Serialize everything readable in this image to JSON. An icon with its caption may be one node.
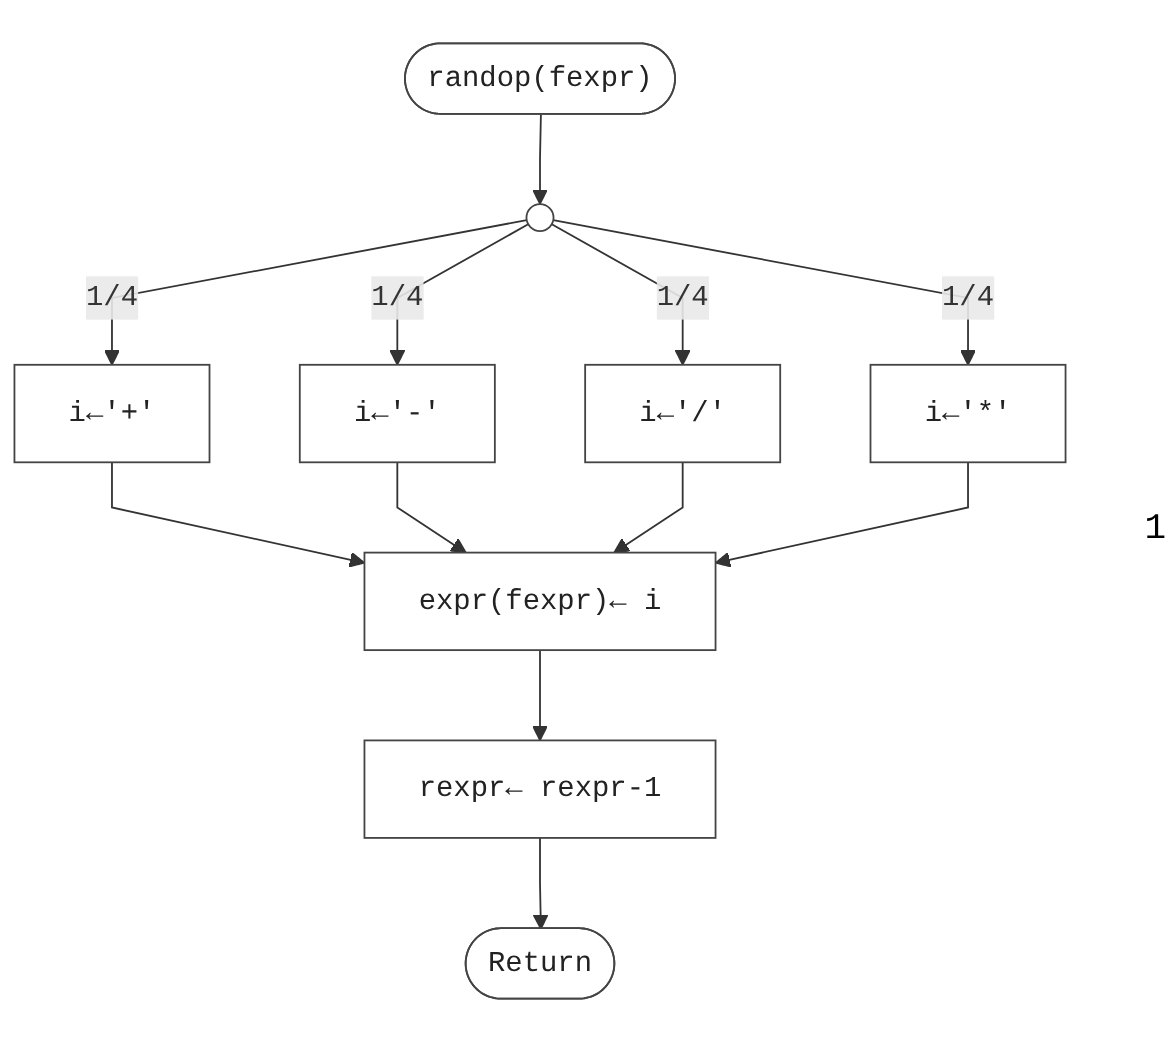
{
  "diagram": {
    "nodes": [
      {
        "text": [
          "randop(fexpr)"
        ]
      },
      {
        "text": [],
        "shape": "circle"
      },
      {
        "text": [
          "i←'+'"
        ]
      },
      {
        "text": [
          "i←'-'"
        ]
      },
      {
        "text": [
          "i←'/'"
        ]
      },
      {
        "text": [
          "i←'*'"
        ]
      },
      {
        "text": [
          "expr(fexpr)← i"
        ]
      },
      {
        "text": [
          "rexpr← rexpr-1"
        ]
      },
      {
        "text": [
          "Return"
        ]
      }
    ],
    "edges": [
      {
        "from": 0,
        "to": 1,
        "arrow": "to"
      },
      {
        "from": 1,
        "to": 2,
        "arrow": "to",
        "label": "1/4"
      },
      {
        "from": 1,
        "to": 3,
        "arrow": "to",
        "label": "1/4"
      },
      {
        "from": 1,
        "to": 4,
        "arrow": "to",
        "label": "1/4"
      },
      {
        "from": 1,
        "to": 5,
        "arrow": "to",
        "label": "1/4"
      },
      {
        "from": 2,
        "to": 6,
        "arrow": "to"
      },
      {
        "from": 3,
        "to": 6,
        "arrow": "to"
      },
      {
        "from": 4,
        "to": 6,
        "arrow": "to"
      },
      {
        "from": 5,
        "to": 6,
        "arrow": "to"
      },
      {
        "from": 6,
        "to": 7,
        "arrow": "to"
      },
      {
        "from": 7,
        "to": 8,
        "arrow": "to"
      }
    ],
    "labels": [
      "1"
    ]
  }
}
